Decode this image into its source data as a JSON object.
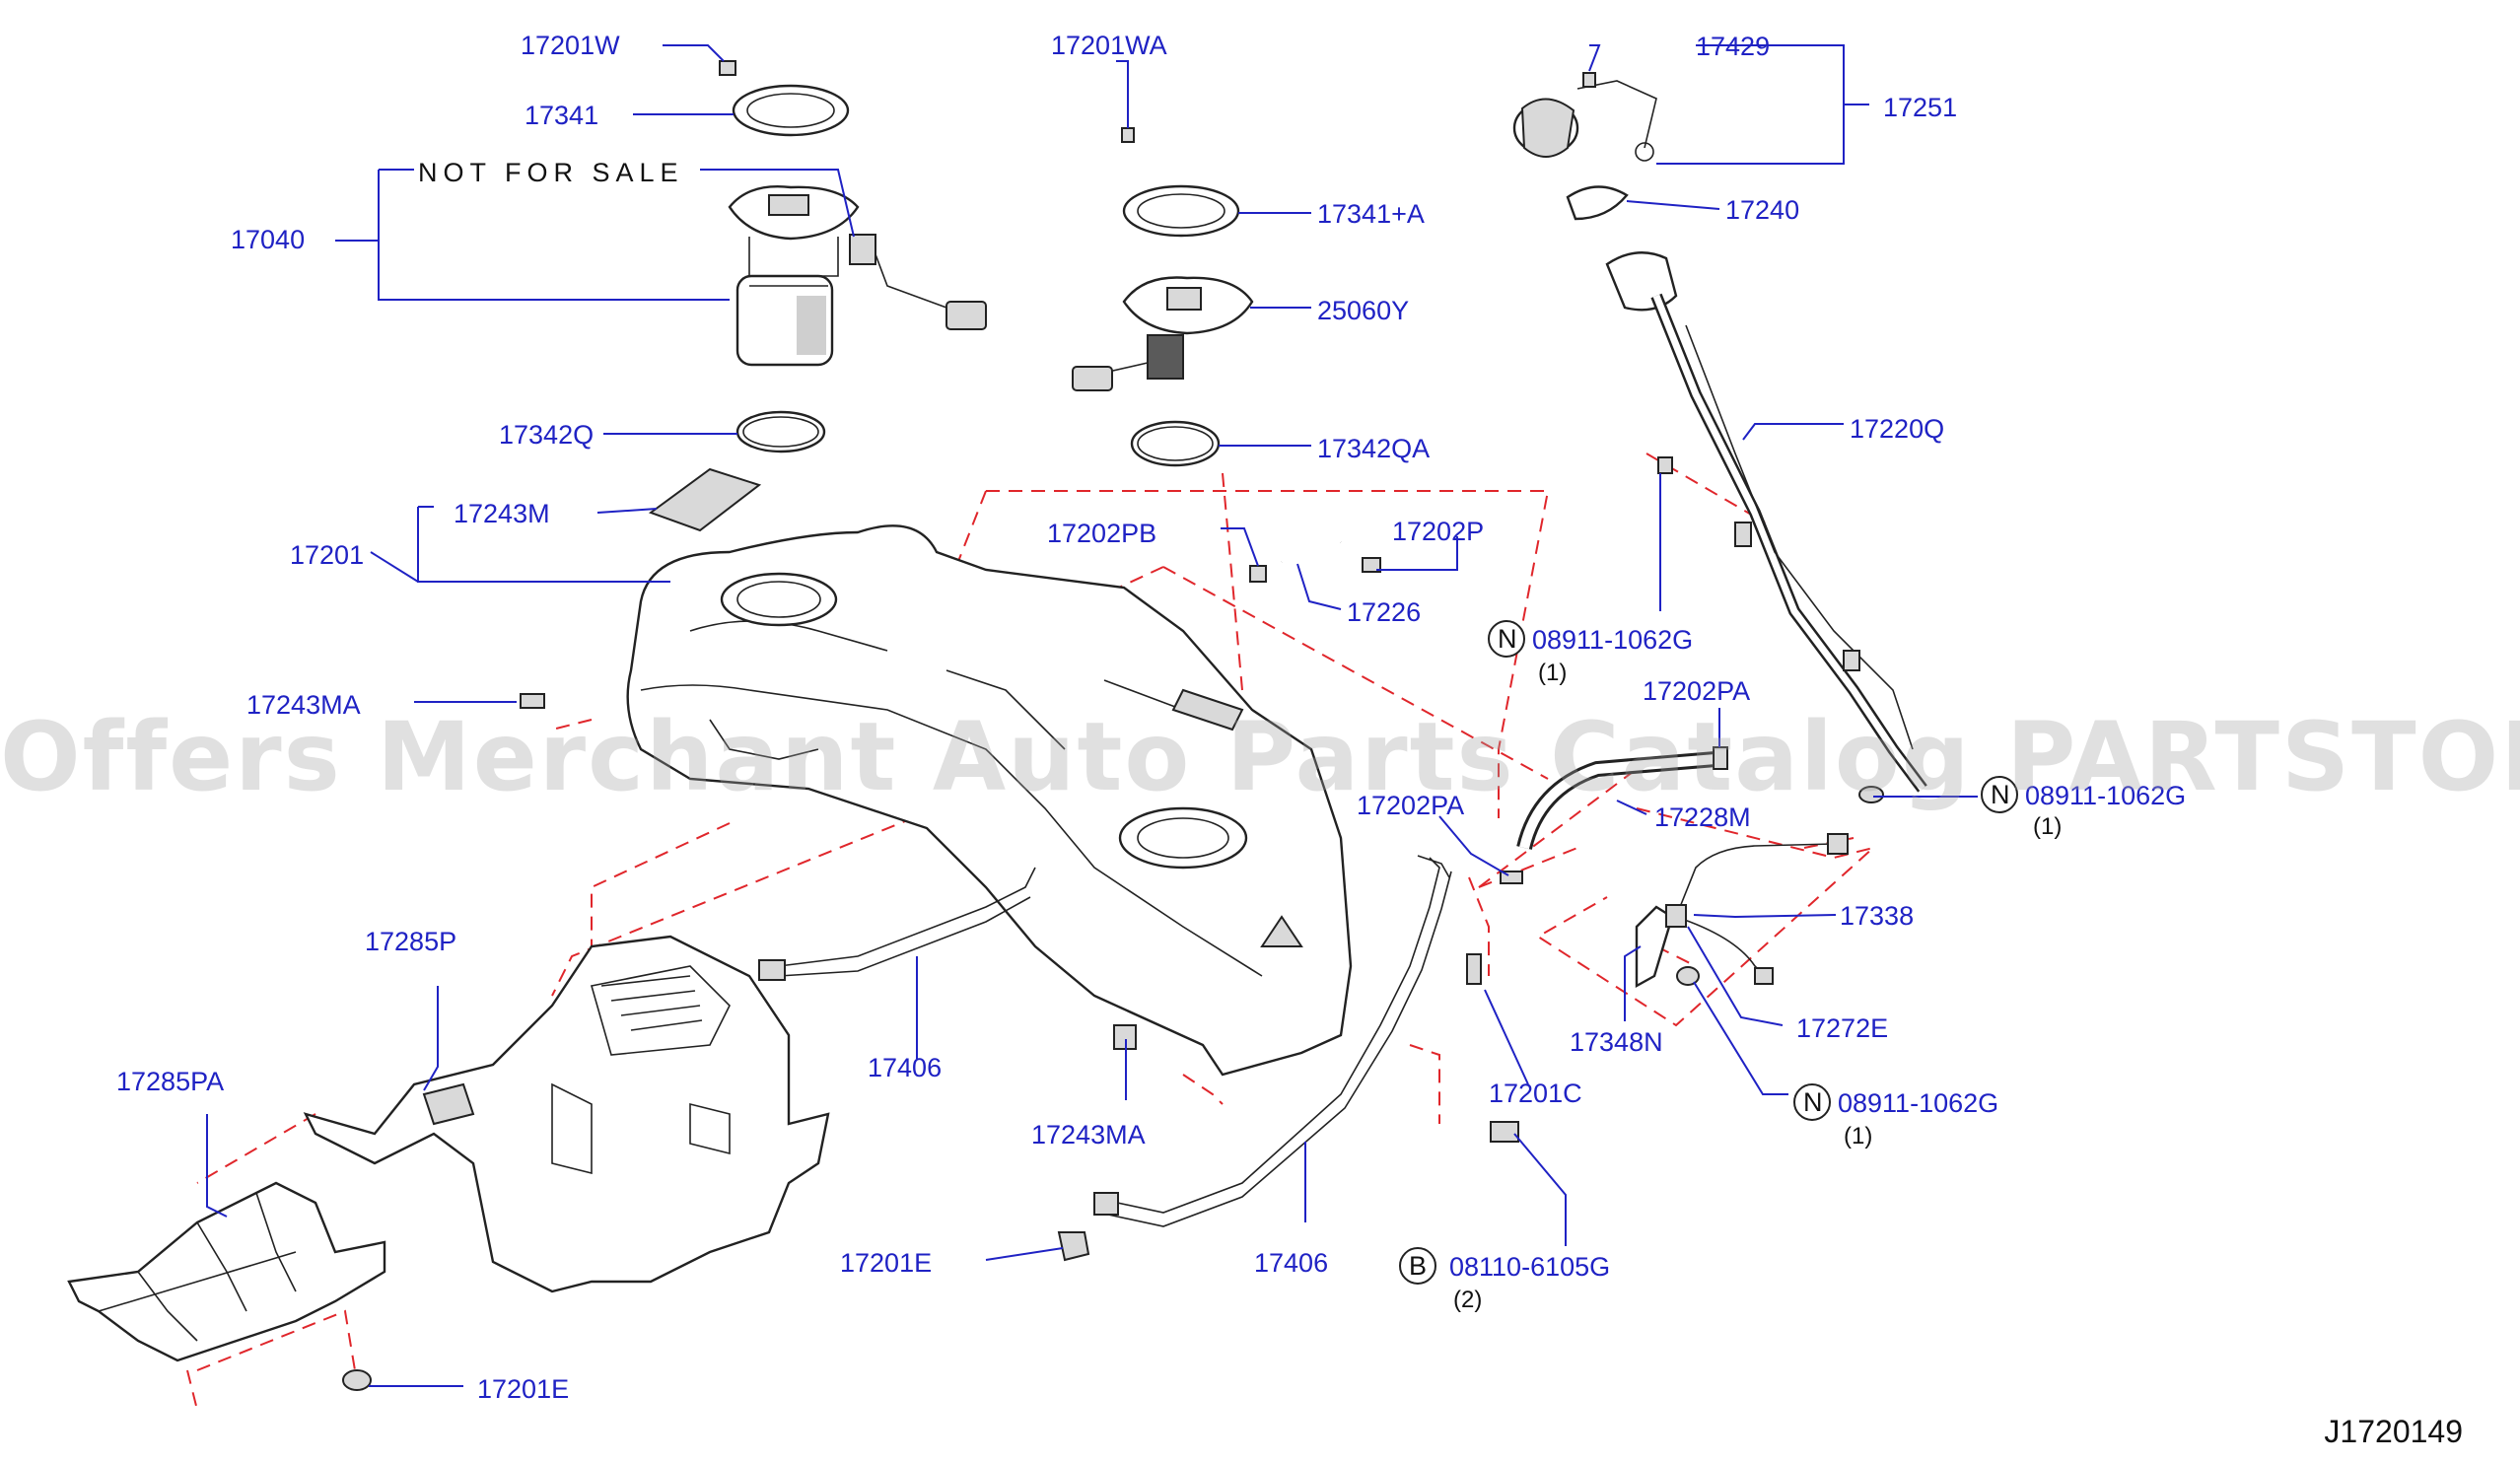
{
  "diagram": {
    "reference_code": "J1720149",
    "watermark": "Offers Merchant Auto Parts Catalog PARTSTORE.SA",
    "note_not_for_sale": "NOT FOR SALE",
    "callouts": {
      "p17201W": "17201W",
      "p17341": "17341",
      "p17040": "17040",
      "p17342Q": "17342Q",
      "p17243M": "17243M",
      "p17201": "17201",
      "p17243MA_left": "17243MA",
      "p17201WA": "17201WA",
      "p17341A": "17341+A",
      "p25060Y": "25060Y",
      "p17342QA": "17342QA",
      "p17202PB": "17202PB",
      "p17202P": "17202P",
      "p17226": "17226",
      "p17429": "17429",
      "p17251": "17251",
      "p17240": "17240",
      "p17220Q": "17220Q",
      "p08911_a": "08911-1062G",
      "p17202PA_upper": "17202PA",
      "p17202PA_lower": "17202PA",
      "p17228M": "17228M",
      "p08911_b": "08911-1062G",
      "p17338": "17338",
      "p17348N": "17348N",
      "p17272E": "17272E",
      "p08911_c": "08911-1062G",
      "p17201C": "17201C",
      "p08110": "08110-6105G",
      "p17285P": "17285P",
      "p17285PA": "17285PA",
      "p17406_upper": "17406",
      "p17406_lower": "17406",
      "p17243MA_lower": "17243MA",
      "p17201E_mid": "17201E",
      "p17201E_bottom": "17201E"
    },
    "badges": {
      "n_a": "N",
      "n_b": "N",
      "n_c": "N",
      "b_a": "B"
    },
    "quantities": {
      "q_a": "(1)",
      "q_b": "(1)",
      "q_c": "(1)",
      "q_d": "(2)"
    }
  }
}
